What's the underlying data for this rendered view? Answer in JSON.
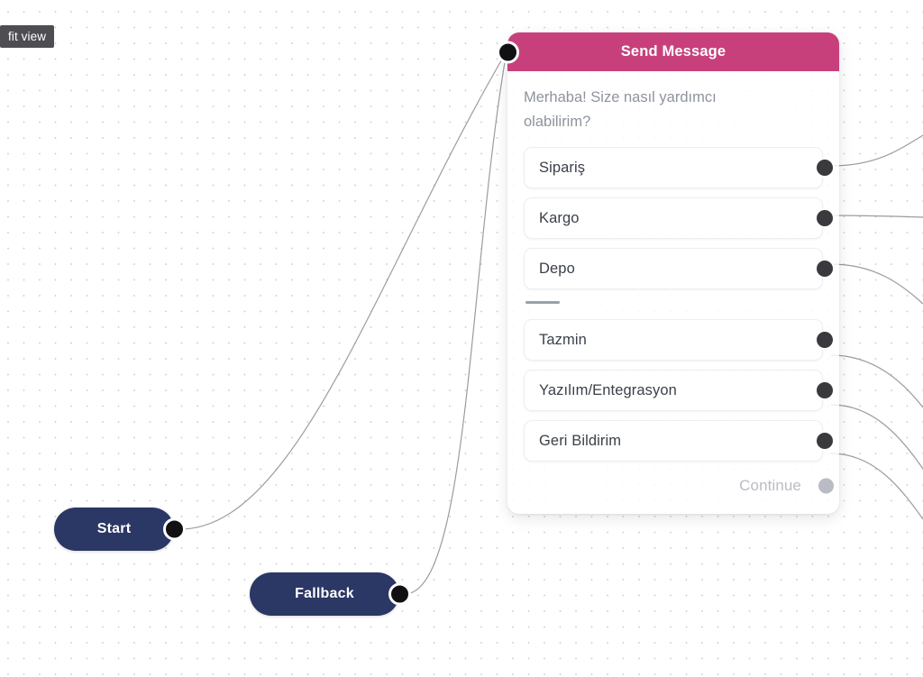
{
  "toolbar": {
    "fit_view_label": "fit view"
  },
  "canvas": {
    "background": "#ffffff",
    "dot_color": "#d4d4d8"
  },
  "nodes": {
    "start": {
      "label": "Start",
      "color": "#2b3764",
      "handle_color": "#111113"
    },
    "fallback": {
      "label": "Fallback",
      "color": "#2b3764",
      "handle_color": "#111113"
    },
    "send_message": {
      "title": "Send Message",
      "header_color": "#c7407c",
      "message": "Merhaba! Size nasıl yardımcı olabilirim?",
      "options": [
        {
          "label": "Sipariş"
        },
        {
          "label": "Kargo"
        },
        {
          "label": "Depo"
        }
      ],
      "options_secondary": [
        {
          "label": "Tazmin"
        },
        {
          "label": "Yazılım/Entegrasyon"
        },
        {
          "label": "Geri Bildirim"
        }
      ],
      "continue_label": "Continue",
      "continue_color": "#b9bcc3"
    }
  }
}
